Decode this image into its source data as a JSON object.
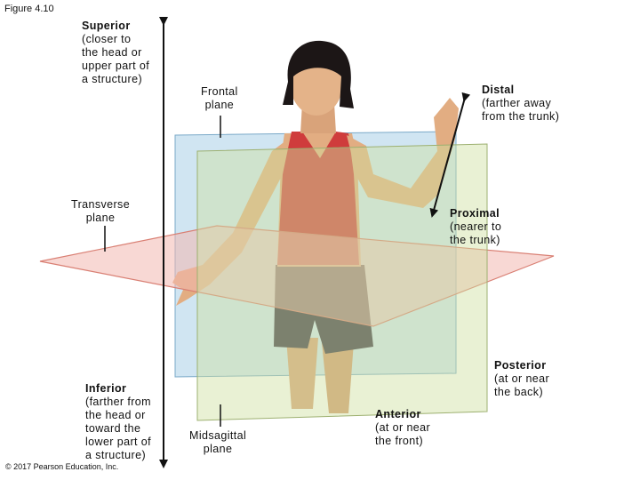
{
  "figure_label": "Figure 4.10",
  "copyright": "© 2017 Pearson Education, Inc.",
  "terms": {
    "superior": {
      "title": "Superior",
      "lines": [
        "(closer to",
        "the head or",
        "upper part of",
        "a structure)"
      ]
    },
    "inferior": {
      "title": "Inferior",
      "lines": [
        "(farther from",
        "the head or",
        "toward the",
        "lower part of",
        "a structure)"
      ]
    },
    "distal": {
      "title": "Distal",
      "lines": [
        "(farther away",
        "from the trunk)"
      ]
    },
    "proximal": {
      "title": "Proximal",
      "lines": [
        "(nearer to",
        "the trunk)"
      ]
    },
    "posterior": {
      "title": "Posterior",
      "lines": [
        "(at or near",
        "the back)"
      ]
    },
    "anterior": {
      "title": "Anterior",
      "lines": [
        "(at or near",
        "the front)"
      ]
    }
  },
  "planes": {
    "frontal": [
      "Frontal",
      "plane"
    ],
    "transverse": [
      "Transverse",
      "plane"
    ],
    "midsagittal": [
      "Midsagittal",
      "plane"
    ]
  },
  "colors": {
    "frontal_plane": "#a9cfe8",
    "midsagittal_plane": "#cfe0a0",
    "transverse_plane": "#f2b8b0",
    "skin": "#e2ad82",
    "tank_top": "#cf3c3c",
    "shorts": "#3a3346",
    "hair": "#1c1616"
  }
}
